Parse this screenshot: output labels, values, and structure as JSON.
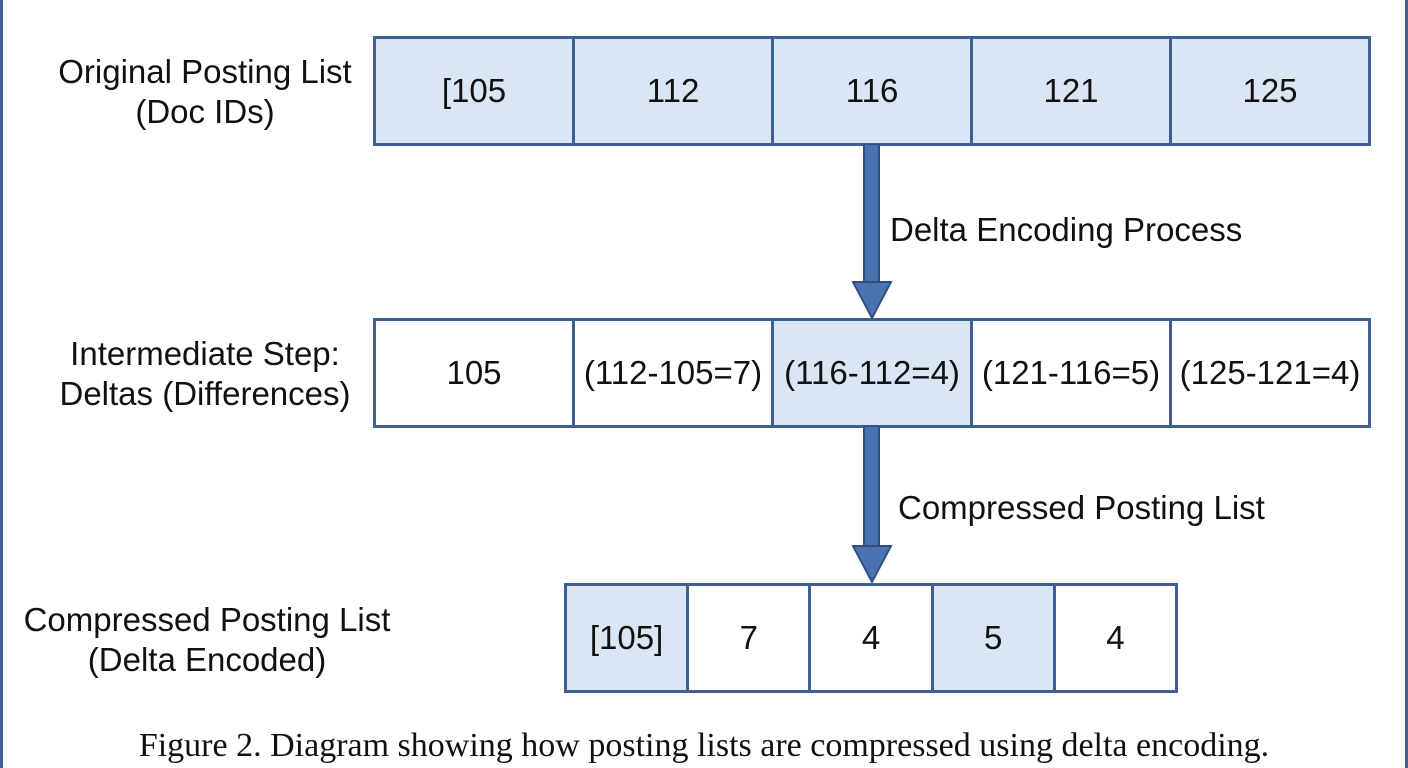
{
  "rows": {
    "original": {
      "label": [
        "Original Posting List",
        "(Doc IDs)"
      ],
      "cells": [
        "[105",
        "112",
        "116",
        "121",
        "125"
      ]
    },
    "intermediate": {
      "label": [
        "Intermediate Step:",
        "Deltas (Differences)"
      ],
      "cells": [
        "105",
        "(112-105=7)",
        "(116-112=4)",
        "(121-116=5)",
        "(125-121=4)"
      ]
    },
    "compressed": {
      "label": [
        "Compressed Posting List",
        "(Delta Encoded)"
      ],
      "cells": [
        "[105]",
        "7",
        "4",
        "5",
        "4"
      ]
    }
  },
  "arrows": {
    "first": "Delta Encoding Process",
    "second": "Compressed Posting List"
  },
  "caption": "Figure 2. Diagram showing how posting lists are compressed using delta encoding.",
  "colors": {
    "border": "#3d5f92",
    "highlight_fill": "#dae6f4",
    "arrow": "#4a72b0"
  }
}
